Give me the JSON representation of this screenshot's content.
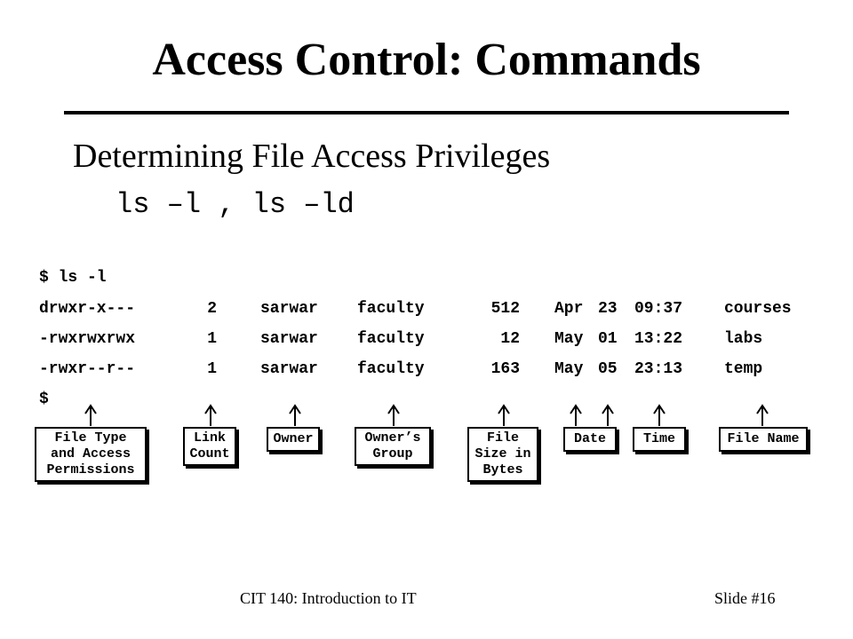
{
  "slide": {
    "title": "Access Control: Commands",
    "subtitle": "Determining File Access Privileges",
    "command": "ls –l , ls –ld"
  },
  "listing": {
    "prompt_command": "$ ls -l",
    "rows": [
      {
        "perms": "drwxr-x---",
        "links": "2",
        "owner": "sarwar",
        "group": "faculty",
        "size": "512",
        "month": "Apr",
        "day": "23",
        "time": "09:37",
        "name": "courses"
      },
      {
        "perms": "-rwxrwxrwx",
        "links": "1",
        "owner": "sarwar",
        "group": "faculty",
        "size": "12",
        "month": "May",
        "day": "01",
        "time": "13:22",
        "name": "labs"
      },
      {
        "perms": "-rwxr--r--",
        "links": "1",
        "owner": "sarwar",
        "group": "faculty",
        "size": "163",
        "month": "May",
        "day": "05",
        "time": "23:13",
        "name": "temp"
      }
    ],
    "end_prompt": "$"
  },
  "labels": {
    "file_type": "File Type\nand Access\nPermissions",
    "link_count": "Link\nCount",
    "owner": "Owner",
    "owners_group": "Owner’s\nGroup",
    "file_size": "File\nSize in\nBytes",
    "date": "Date",
    "time": "Time",
    "file_name": "File Name"
  },
  "footer": {
    "course": "CIT 140: Introduction to IT",
    "slide_number": "Slide #16"
  }
}
